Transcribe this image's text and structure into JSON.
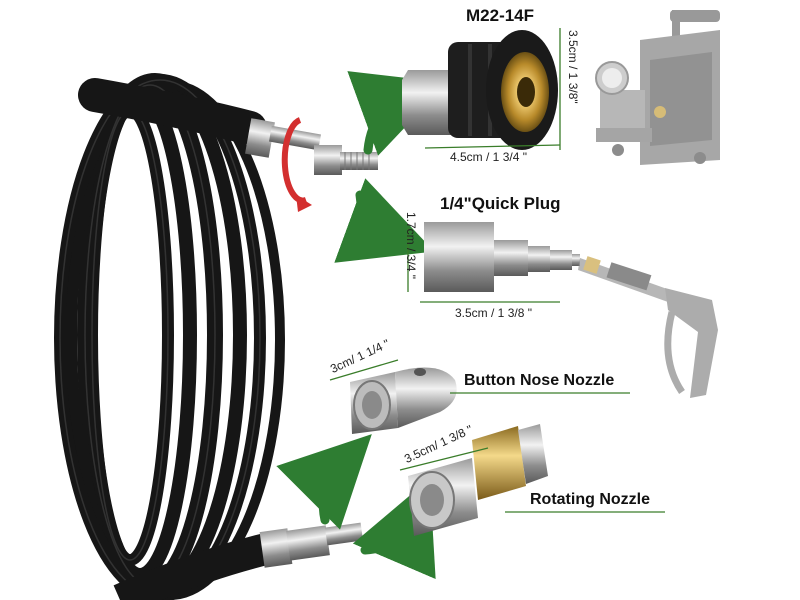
{
  "labels": {
    "m22": "M22-14F",
    "quick_plug": "1/4\"Quick Plug",
    "button_nozzle": "Button Nose Nozzle",
    "rotating_nozzle": "Rotating Nozzle"
  },
  "dimensions": {
    "m22_height": "3.5cm / 1 3/8\"",
    "m22_width": "4.5cm / 1 3/4 \"",
    "plug_height": "1.7cm / 3/4 \"",
    "plug_width": "3.5cm / 1 3/8 \"",
    "button_size": "3cm/ 1 1/4 \"",
    "rotating_size": "3.5cm/ 1 3/8 \""
  },
  "colors": {
    "arrow": "#2e7d32",
    "hose": "#161616",
    "label_line": "#3a7d2a"
  }
}
